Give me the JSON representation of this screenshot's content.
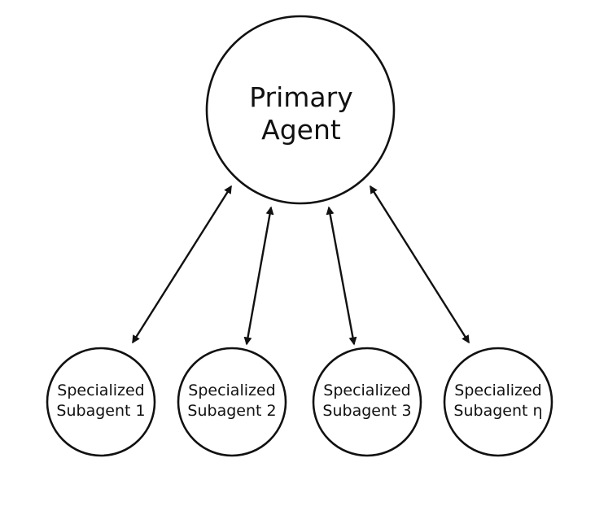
{
  "diagram": {
    "primary": {
      "line1": "Primary",
      "line2": "Agent"
    },
    "subagents": [
      {
        "line1": "Specialized",
        "line2": "Subagent 1"
      },
      {
        "line1": "Specialized",
        "line2": "Subagent 2"
      },
      {
        "line1": "Specialized",
        "line2": "Subagent 3"
      },
      {
        "line1": "Specialized",
        "line2": "Subagent η"
      }
    ],
    "connections": [
      {
        "from": "primary",
        "to": 0,
        "direction": "bidirectional"
      },
      {
        "from": "primary",
        "to": 1,
        "direction": "bidirectional"
      },
      {
        "from": "primary",
        "to": 2,
        "direction": "bidirectional"
      },
      {
        "from": "primary",
        "to": 3,
        "direction": "bidirectional"
      }
    ],
    "colors": {
      "stroke": "#111111",
      "fill": "#ffffff",
      "background": "#ffffff"
    }
  }
}
